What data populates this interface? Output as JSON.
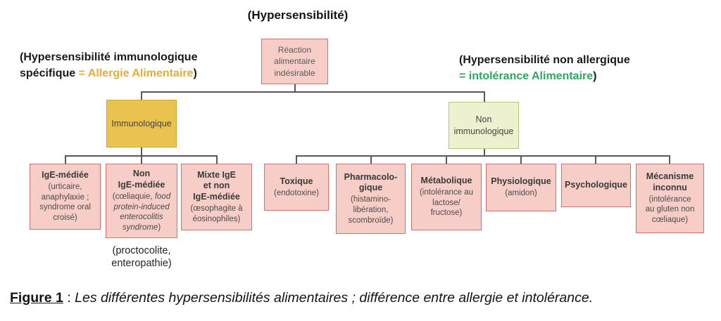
{
  "figure": {
    "title": "(Hypersensibilité)",
    "caption_label": "Figure 1",
    "caption_sep": " : ",
    "caption_text": "Les différentes hypersensibilités alimentaires ; différence entre allergie et intolérance."
  },
  "colors": {
    "pink_fill": "#f7cdc7",
    "pink_border": "#cf7168",
    "gold_fill": "#e9c24f",
    "gold_border": "#cfa63c",
    "green_fill": "#eef1cf",
    "green_border": "#b5c579",
    "allergy_accent": "#e3ae35",
    "intolerance_accent": "#2fa65f",
    "connector": "#585858"
  },
  "annotations": {
    "left_line1": "(Hypersensibilité immunologique",
    "left_line2_black": "spécifique ",
    "left_line2_gold": "= Allergie Alimentaire",
    "left_line2_close": ")",
    "right_line1": "(Hypersensibilité non allergique",
    "right_line2_green": "= intolérance Alimentaire",
    "right_line2_close": ")"
  },
  "nodes": {
    "root": "Réaction\nalimentaire\nindésirable",
    "immunologique": "Immunologique",
    "non_immunologique": "Non\nimmunologique"
  },
  "leaves": [
    {
      "title": "IgE-médiée",
      "detail": "(urticaire,\nanaphylaxie ;\nsyndrome oral\ncroisé)"
    },
    {
      "title": "Non\nIgE-médiée",
      "detail_prefix": "(cœliaquie, ",
      "detail_italic": "food protein-induced enterocolitis syndrome",
      "detail_suffix": ")",
      "sub_note": "(proctocolite,\nenteropathie)"
    },
    {
      "title": "Mixte IgE\net non\nIgE-médiée",
      "detail": "(œsophagite à\néosinophiles)"
    },
    {
      "title": "Toxique",
      "detail": "(endotoxine)"
    },
    {
      "title": "Pharmacolo-\ngique",
      "detail": "(histamino-\nlibération,\nscombroïde)"
    },
    {
      "title": "Métabolique",
      "detail": "(intolérance au\nlactose/\nfructose)"
    },
    {
      "title": "Physiologique",
      "detail": "(amidon)"
    },
    {
      "title": "Psychologique"
    },
    {
      "title": "Mécanisme\ninconnu",
      "detail": "(intolérance\nau gluten non\ncœliaque)"
    }
  ]
}
